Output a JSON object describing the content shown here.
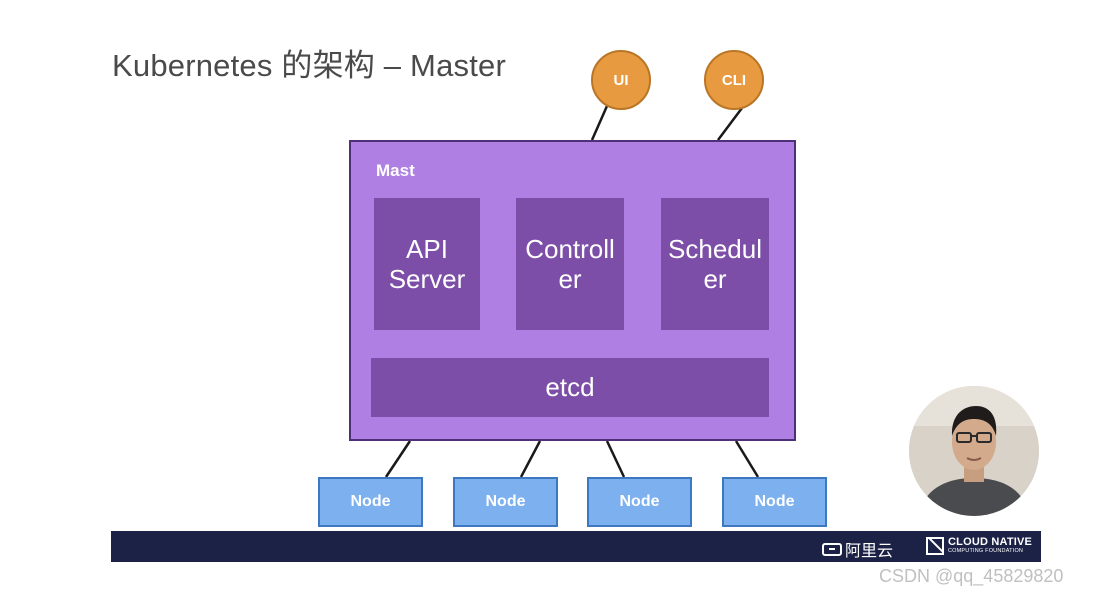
{
  "title": {
    "prefix": "Kubernetes ",
    "cjk": "的架构",
    "suffix": " – Master"
  },
  "clients": [
    {
      "label": "UI"
    },
    {
      "label": "CLI"
    }
  ],
  "master": {
    "label": "Mast",
    "components": [
      {
        "line1": "API",
        "line2": "Server"
      },
      {
        "line1": "Controll",
        "line2": "er"
      },
      {
        "line1": "Schedul",
        "line2": "er"
      }
    ],
    "etcd": "etcd"
  },
  "nodes": [
    {
      "label": "Node"
    },
    {
      "label": "Node"
    },
    {
      "label": "Node"
    },
    {
      "label": "Node"
    }
  ],
  "footer": {
    "aliyun": "阿里云",
    "cncf_line1": "CLOUD NATIVE",
    "cncf_line2": "COMPUTING FOUNDATION"
  },
  "watermark": "CSDN @qq_45829820",
  "colors": {
    "client_fill": "#e89a40",
    "master_fill": "#b07fe3",
    "component_fill": "#7c4ea8",
    "node_fill": "#7db0ee",
    "footer_bar": "#1b2245"
  }
}
